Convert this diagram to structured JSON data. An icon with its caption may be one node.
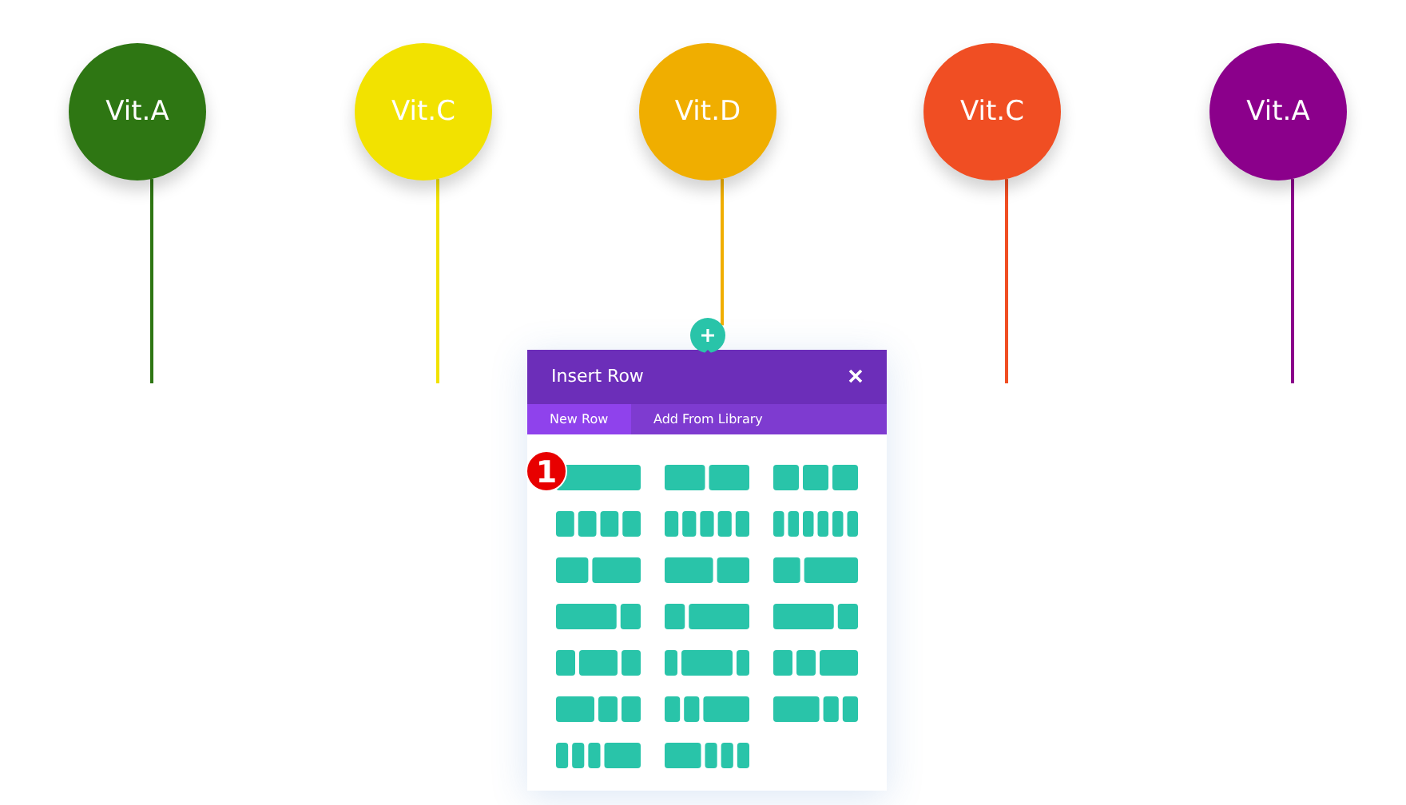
{
  "diagram": {
    "nodes": [
      {
        "text": [
          "Vit.A"
        ]
      },
      {
        "text": [
          "Vit.C"
        ]
      },
      {
        "text": [
          "Vit.D"
        ]
      },
      {
        "text": [
          "Vit.C"
        ]
      },
      {
        "text": [
          "Vit.A"
        ]
      },
      {
        "text": [],
        "shape": "circle"
      }
    ],
    "edges": [
      {
        "from": 0,
        "to": null,
        "arrow": "none",
        "color": "#2e7613"
      },
      {
        "from": 1,
        "to": null,
        "arrow": "none",
        "color": "#f2e200"
      },
      {
        "from": 2,
        "to": 5,
        "arrow": "none",
        "color": "#f0ae00"
      },
      {
        "from": 3,
        "to": null,
        "arrow": "none",
        "color": "#f04e23"
      },
      {
        "from": 4,
        "to": null,
        "arrow": "none",
        "color": "#8b008b"
      }
    ],
    "labels": [
      "Insert Row",
      "New Row",
      "Add From Library",
      "1"
    ]
  }
}
